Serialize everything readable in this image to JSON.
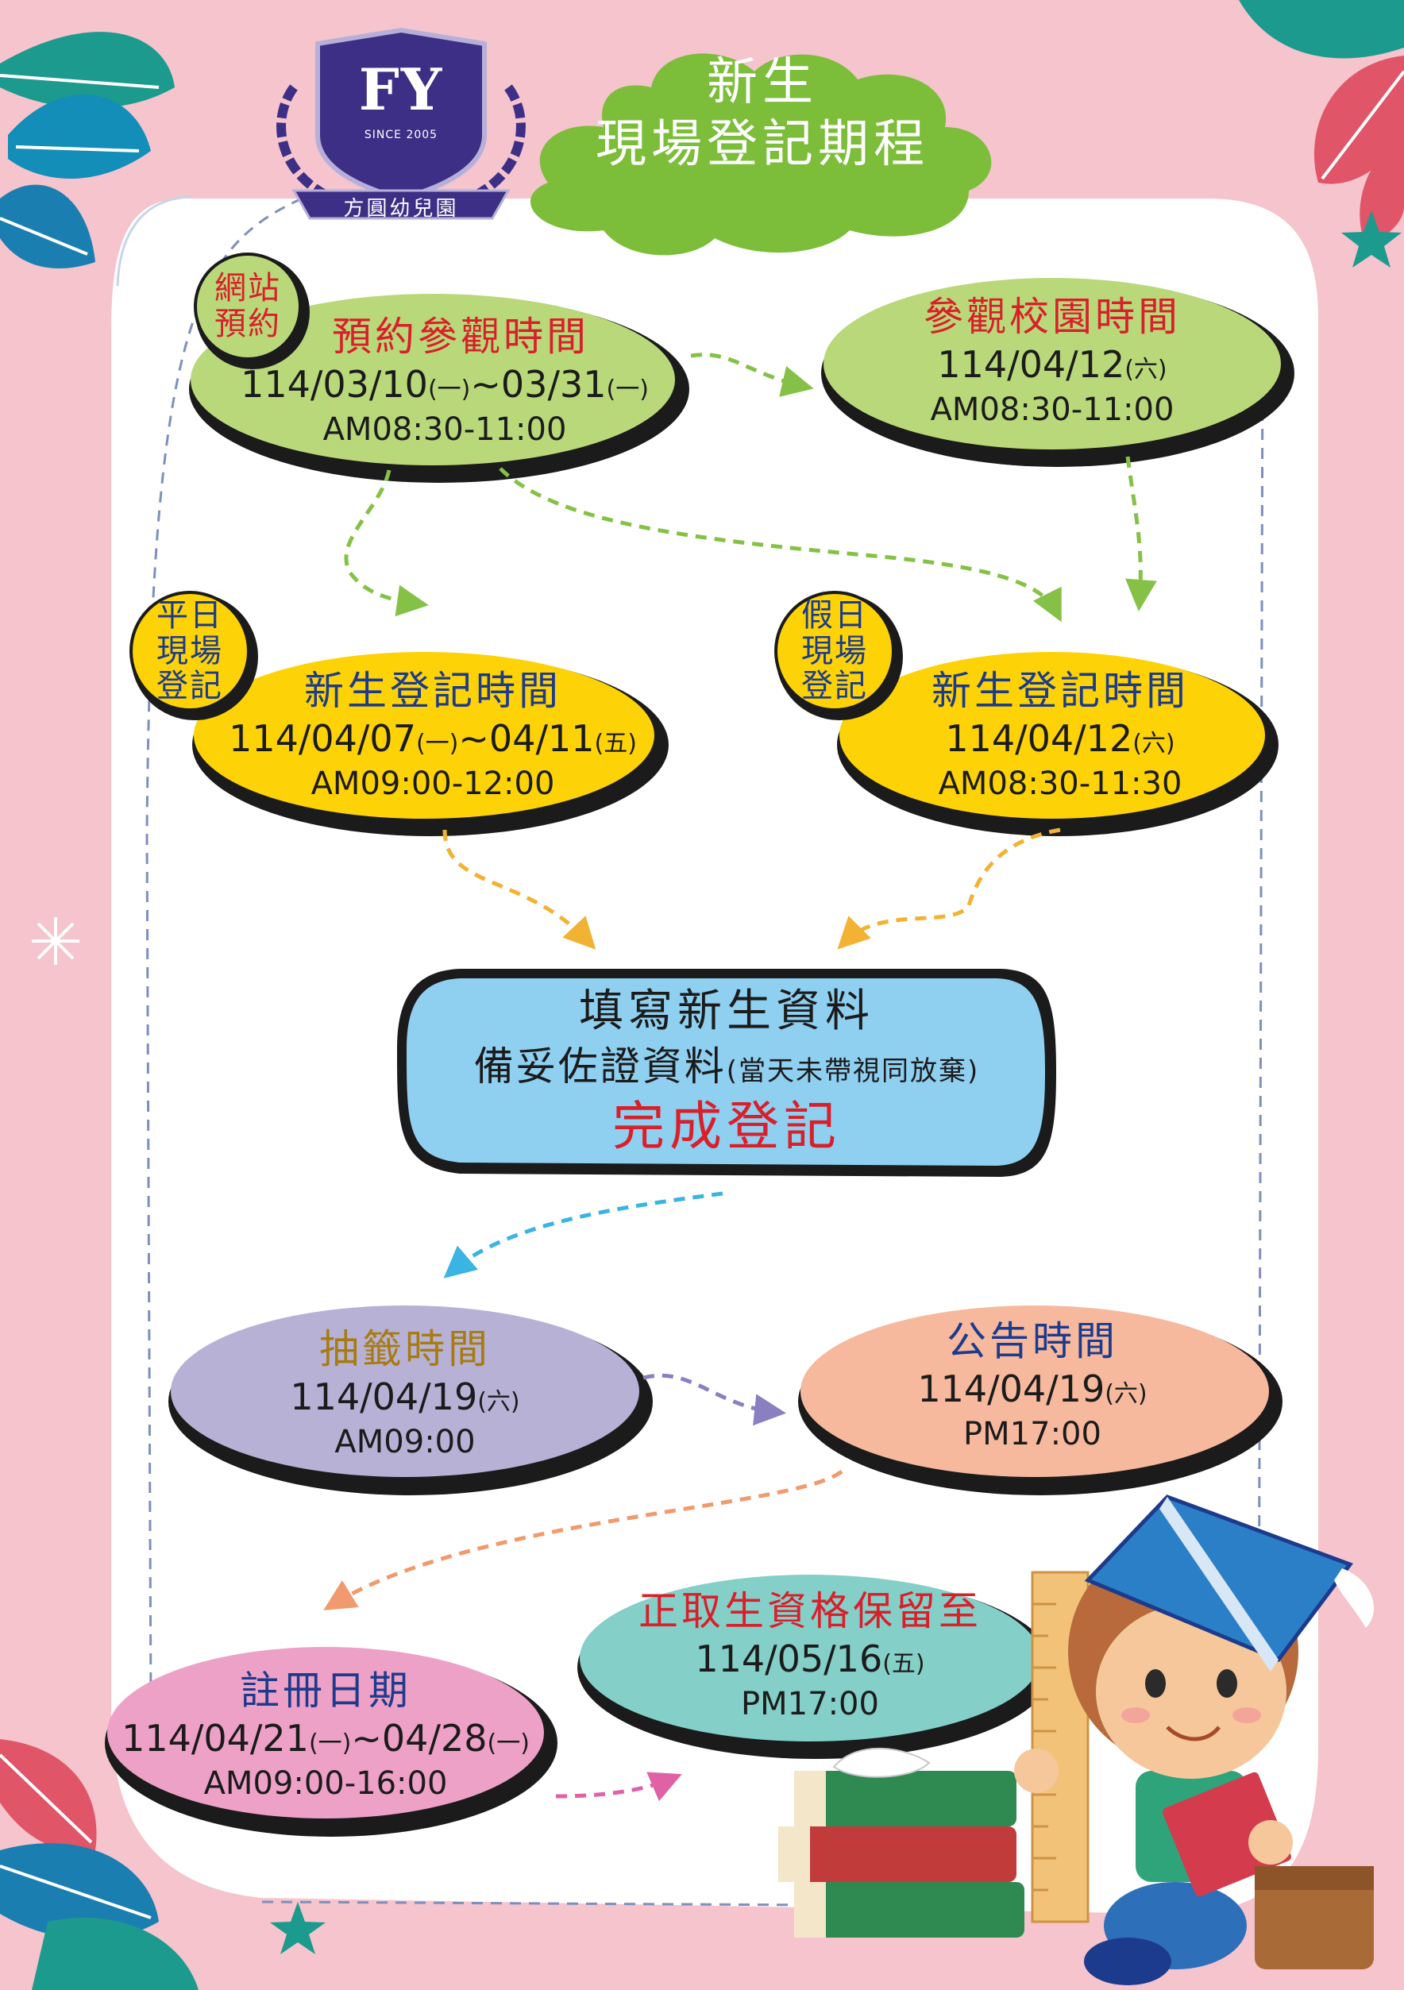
{
  "school": {
    "logo_letters": "FY",
    "logo_since": "SINCE 2005",
    "logo_name": "方圓幼兒園"
  },
  "title": {
    "line1": "新生",
    "line2": "現場登記期程"
  },
  "steps": {
    "booking": {
      "badge_line1": "網站",
      "badge_line2": "預約",
      "title": "預約參觀時間",
      "date_main": "114/03/10",
      "date_day1": "(一)",
      "date_sep": "~03/31",
      "date_day2": "(一)",
      "time": "AM08:30-11:00"
    },
    "visit": {
      "title": "參觀校園時間",
      "date_main": "114/04/12",
      "date_day1": "(六)",
      "time": "AM08:30-11:00"
    },
    "weekday_reg": {
      "badge_line1": "平日",
      "badge_line2": "現場",
      "badge_line3": "登記",
      "title": "新生登記時間",
      "date_main": "114/04/07",
      "date_day1": "(一)",
      "date_sep": "~04/11",
      "date_day2": "(五)",
      "time": "AM09:00-12:00"
    },
    "holiday_reg": {
      "badge_line1": "假日",
      "badge_line2": "現場",
      "badge_line3": "登記",
      "title": "新生登記時間",
      "date_main": "114/04/12",
      "date_day1": "(六)",
      "time": "AM08:30-11:30"
    },
    "complete": {
      "line1": "填寫新生資料",
      "line2": "備妥佐證資料",
      "line2_note": "(當天未帶視同放棄)",
      "line3": "完成登記"
    },
    "lottery": {
      "title": "抽籤時間",
      "date_main": "114/04/19",
      "date_day1": "(六)",
      "time": "AM09:00"
    },
    "announce": {
      "title": "公告時間",
      "date_main": "114/04/19",
      "date_day1": "(六)",
      "time": "PM17:00"
    },
    "register": {
      "title": "註冊日期",
      "date_main": "114/04/21",
      "date_day1": "(一)",
      "date_sep": "~04/28",
      "date_day2": "(一)",
      "time": "AM09:00-16:00"
    },
    "reserve": {
      "title": "正取生資格保留至",
      "date_main": "114/05/16",
      "date_day1": "(五)",
      "time": "PM17:00"
    }
  },
  "colors": {
    "background": "#f5c4cc",
    "panel": "#ffffff",
    "green_oval": "#b9d87a",
    "yellow_oval": "#fdd206",
    "blue_box": "#8fcff0",
    "purple_oval": "#b8b1d6",
    "peach_oval": "#f6b99e",
    "pink_oval": "#eda1c6",
    "teal_oval": "#84cfc8",
    "title_red": "#d8202b",
    "title_blue": "#1d3b8c",
    "title_olive": "#a67c12",
    "cloud_green": "#7cbd3a",
    "logo_navy": "#3d2f86"
  }
}
